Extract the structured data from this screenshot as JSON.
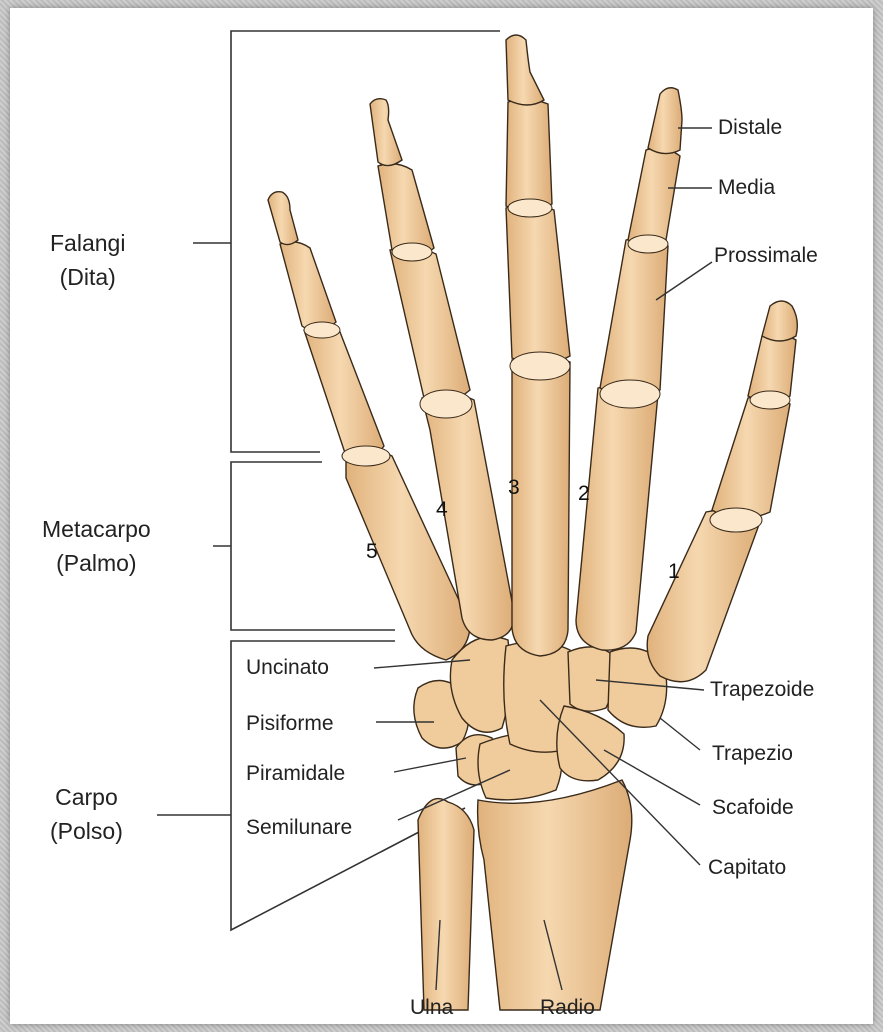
{
  "groups": {
    "falangi": {
      "line1": "Falangi",
      "line2": "(Dita)"
    },
    "metacarpo": {
      "line1": "Metacarpo",
      "line2": "(Palmo)"
    },
    "carpo": {
      "line1": "Carpo",
      "line2": "(Polso)"
    }
  },
  "phalanges": {
    "distale": "Distale",
    "media": "Media",
    "prossimale": "Prossimale"
  },
  "carpals": {
    "uncinato": "Uncinato",
    "pisiforme": "Pisiforme",
    "piramidale": "Piramidale",
    "semilunare": "Semilunare",
    "trapezoide": "Trapezoide",
    "trapezio": "Trapezio",
    "scafoide": "Scafoide",
    "capitato": "Capitato"
  },
  "forearm": {
    "ulna": "Ulna",
    "radio": "Radio"
  },
  "finger_numbers": {
    "n1": "1",
    "n2": "2",
    "n3": "3",
    "n4": "4",
    "n5": "5"
  },
  "colors": {
    "bone": "#f1cfa3",
    "bone_shadow": "#d9aa74",
    "joint": "#fbe8cc",
    "outline": "#3a2a1a",
    "frame": "#bdbdbd"
  }
}
